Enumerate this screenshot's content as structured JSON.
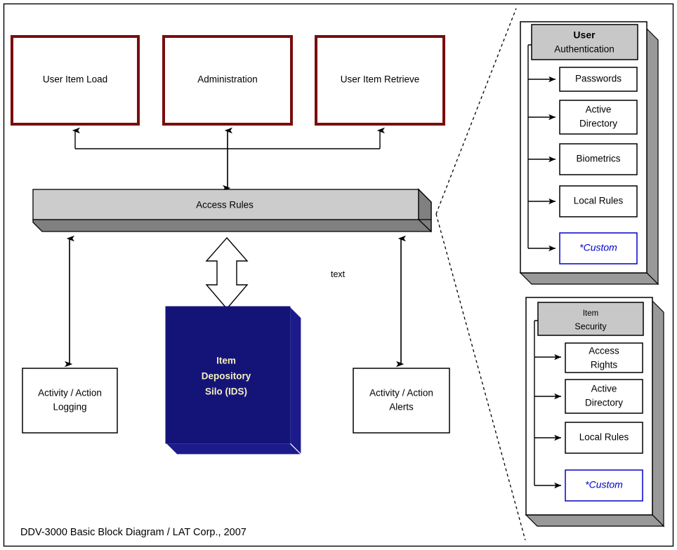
{
  "page": {
    "caption": "DDV-3000 Basic Block Diagram /  LAT Corp., 2007",
    "border_color": "#000000",
    "background": "#ffffff"
  },
  "colors": {
    "top_box_border": "#7a0d0d",
    "bar_face": "#cccccc",
    "bar_shadow": "#808080",
    "ids_fill": "#141478",
    "ids_text": "#f5f0c0",
    "panel_header_fill": "#c8c8c8",
    "panel_shadow": "#999999",
    "custom_accent": "#0000c8",
    "line": "#000000"
  },
  "top_row": {
    "boxes": [
      {
        "label": "User Item Load"
      },
      {
        "label": "Administration"
      },
      {
        "label": "User Item Retrieve"
      }
    ]
  },
  "access_bar": {
    "label": "Access Rules"
  },
  "depository": {
    "line1": "Item",
    "line2": "Depository",
    "line3": "Silo (IDS)"
  },
  "bottom_boxes": [
    {
      "line1": "Activity / Action",
      "line2": "Logging"
    },
    {
      "line1": "Activity / Action",
      "line2": "Alerts"
    }
  ],
  "annotation": {
    "text": "text"
  },
  "panels": [
    {
      "header": {
        "line1": "User",
        "line2": "Authentication"
      },
      "items": [
        {
          "line1": "Passwords",
          "line2": "",
          "accent": false
        },
        {
          "line1": "Active",
          "line2": "Directory",
          "accent": false
        },
        {
          "line1": "Biometrics",
          "line2": "",
          "accent": false
        },
        {
          "line1": "Local Rules",
          "line2": "",
          "accent": false
        },
        {
          "line1": "*Custom",
          "line2": "",
          "accent": true
        }
      ]
    },
    {
      "header": {
        "line1": "Item",
        "line2": "Security"
      },
      "items": [
        {
          "line1": "Access",
          "line2": "Rights",
          "accent": false
        },
        {
          "line1": "Active",
          "line2": "Directory",
          "accent": false
        },
        {
          "line1": "Local Rules",
          "line2": "",
          "accent": false
        },
        {
          "line1": "*Custom",
          "line2": "",
          "accent": true
        }
      ]
    }
  ]
}
